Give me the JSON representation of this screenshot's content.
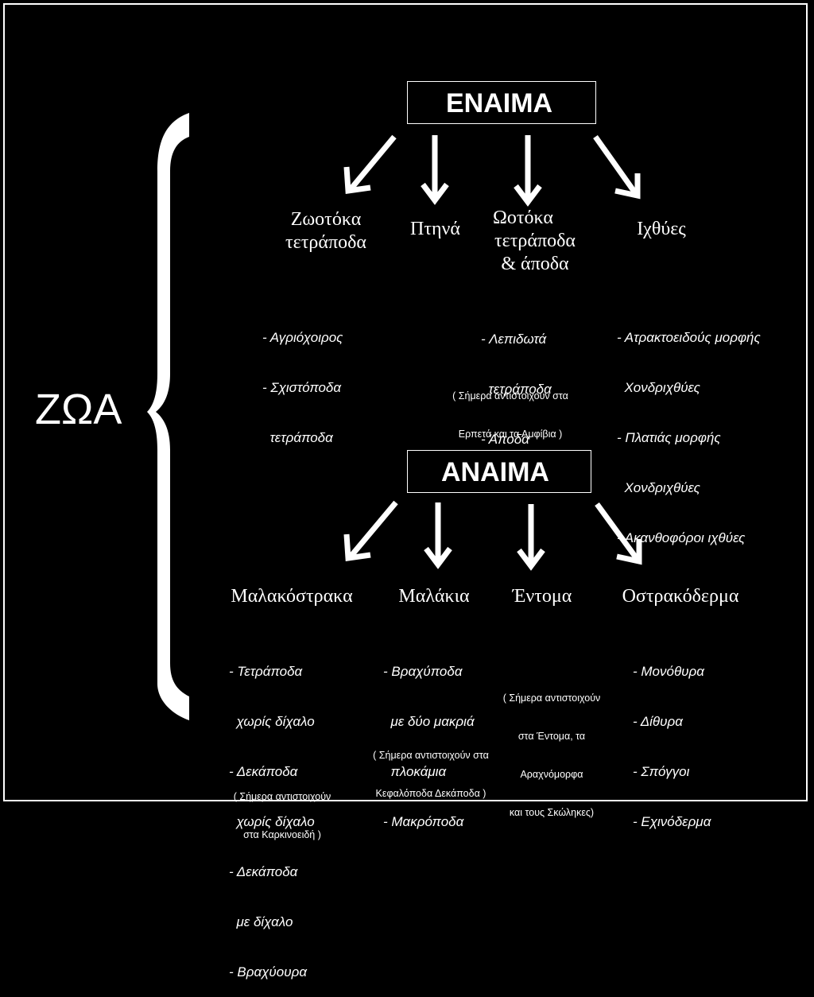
{
  "root": {
    "label": "ΖΩΑ"
  },
  "groups": [
    {
      "title": "ΕΝΑΙΜΑ",
      "categories": [
        {
          "name": [
            "Ζωοτόκα",
            "τετράποδα"
          ],
          "items": [
            "- Αγριόχοιρος",
            "- Σχιστόποδα",
            "  τετράποδα"
          ],
          "note": []
        },
        {
          "name": [
            "Πτηνά"
          ],
          "items": [],
          "note": []
        },
        {
          "name": [
            "Ωοτόκα",
            "τετράποδα",
            "& άποδα"
          ],
          "items": [
            "- Λεπιδωτά",
            "  τετράποδα",
            "- Άποδα"
          ],
          "note": [
            "( Σήμερα αντιστοιχούν στα",
            "Ερπετά και τα Αμφίβια )"
          ]
        },
        {
          "name": [
            "Ιχθύες"
          ],
          "items": [
            "- Ατρακτοειδούς μορφής",
            "  Χονδριχθύες",
            "- Πλατιάς μορφής",
            "  Χονδριχθύες",
            "- Ακανθοφόροι ιχθύες"
          ],
          "note": []
        }
      ]
    },
    {
      "title": "ΑΝΑΙΜΑ",
      "categories": [
        {
          "name": [
            "Μαλακόστρακα"
          ],
          "items": [
            "- Τετράποδα",
            "  χωρίς δίχαλο",
            "- Δεκάποδα",
            "  χωρίς δίχαλο",
            "- Δεκάποδα",
            "  με δίχαλο",
            "- Βραχύουρα"
          ],
          "note": [
            "( Σήμερα αντιστοιχούν",
            "στα Καρκινοειδή )"
          ]
        },
        {
          "name": [
            "Μαλάκια"
          ],
          "items": [
            "- Βραχύποδα",
            "  με δύο μακριά",
            "  πλοκάμια",
            "- Μακρόποδα"
          ],
          "note": [
            "( Σήμερα αντιστοιχούν στα",
            "Κεφαλόποδα Δεκάποδα )"
          ]
        },
        {
          "name": [
            "Έντομα"
          ],
          "items": [],
          "note": [
            "( Σήμερα αντιστοιχούν",
            "στα Έντομα, τα",
            "Αραχνόμορφα",
            "και τους Σκώληκες)"
          ]
        },
        {
          "name": [
            "Οστρακόδερμα"
          ],
          "items": [
            "- Μονόθυρα",
            "- Δίθυρα",
            "- Σπόγγοι",
            "- Εχινόδερμα"
          ],
          "note": []
        }
      ]
    }
  ]
}
